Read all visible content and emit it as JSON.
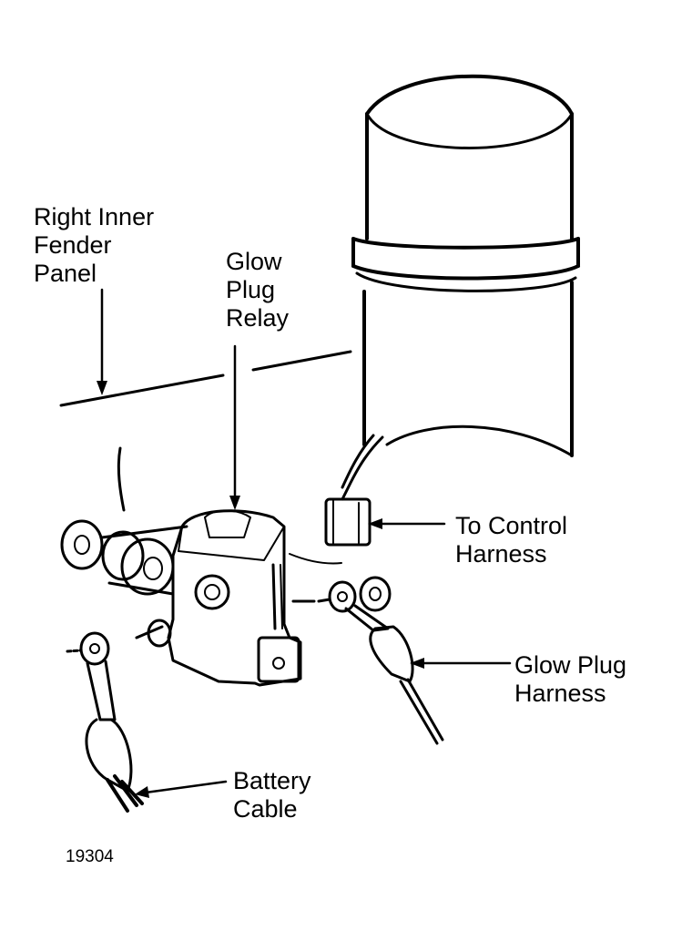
{
  "labels": {
    "fender": [
      "Right Inner",
      "Fender",
      "Panel"
    ],
    "relay": [
      "Glow",
      "Plug",
      "Relay"
    ],
    "control": [
      "To Control",
      "Harness"
    ],
    "glow_harness": [
      "Glow Plug",
      "Harness"
    ],
    "battery": [
      "Battery",
      "Cable"
    ]
  },
  "figure_number": "19304",
  "colors": {
    "ink": "#000000",
    "paper": "#ffffff"
  }
}
